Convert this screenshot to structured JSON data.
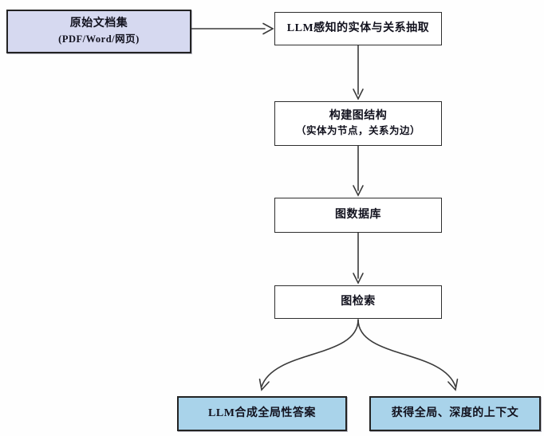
{
  "canvas": {
    "line_color": "#3a3a3a",
    "text_color": "#12121e",
    "background": "#fefefe"
  },
  "nodes": [
    {
      "id": "source-documents",
      "lines": [
        "原始文档集",
        "(PDF/Word/网页)"
      ],
      "fill": "#d6d9f0"
    },
    {
      "id": "entity-extraction",
      "lines": [
        "LLM感知的实体与关系抽取"
      ],
      "fill": "#ffffff"
    },
    {
      "id": "build-graph",
      "lines": [
        "构建图结构",
        "（实体为节点，关系为边）"
      ],
      "fill": "#ffffff"
    },
    {
      "id": "graph-database",
      "lines": [
        "图数据库"
      ],
      "fill": "#ffffff"
    },
    {
      "id": "graph-retrieval",
      "lines": [
        "图检索"
      ],
      "fill": "#ffffff"
    },
    {
      "id": "global-answer",
      "lines": [
        "LLM合成全局性答案"
      ],
      "fill": "#a9d3ea"
    },
    {
      "id": "global-context",
      "lines": [
        "获得全局、深度的上下文"
      ],
      "fill": "#a9d3ea"
    }
  ],
  "edges": [
    {
      "from": "source-documents",
      "to": "entity-extraction"
    },
    {
      "from": "entity-extraction",
      "to": "build-graph"
    },
    {
      "from": "build-graph",
      "to": "graph-database"
    },
    {
      "from": "graph-database",
      "to": "graph-retrieval"
    },
    {
      "from": "graph-retrieval",
      "to": "global-answer"
    },
    {
      "from": "graph-retrieval",
      "to": "global-context"
    }
  ]
}
